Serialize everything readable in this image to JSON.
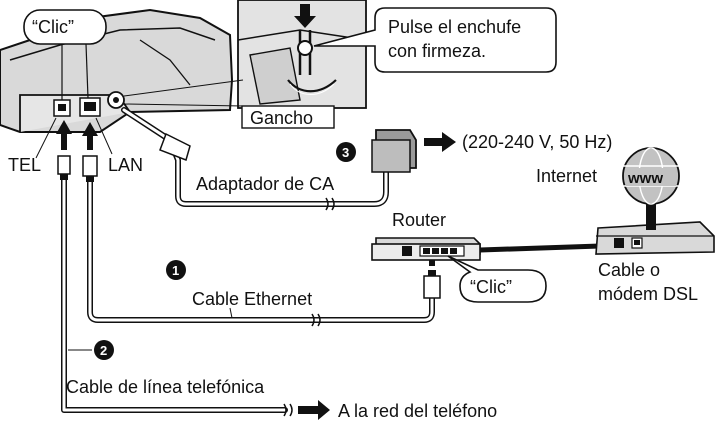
{
  "callouts": {
    "clic_top": "“Clic”",
    "clic_router": "“Clic”",
    "plug_firmly": [
      "Pulse el enchufe",
      "con firmeza."
    ]
  },
  "labels": {
    "hook": "Gancho",
    "tel": "TEL",
    "lan": "LAN",
    "voltage": "(220-240 V, 50 Hz)",
    "ac_adapter": "Adaptador de CA",
    "internet": "Internet",
    "globe": "www",
    "router": "Router",
    "ethernet_cable": "Cable Ethernet",
    "modem": [
      "Cable o",
      "módem DSL"
    ],
    "phone_cable": "Cable de línea telefónica",
    "phone_network": "A la red del teléfono"
  },
  "steps": {
    "one": "1",
    "two": "2",
    "three": "3"
  },
  "icons": [
    "arrow-right-icon",
    "arrow-up-icon",
    "globe-icon",
    "number-badge-icon"
  ],
  "colors": {
    "ink": "#111111",
    "light_gray": "#d9d9d9",
    "mid_gray": "#9a9a9a",
    "device_gray": "#bdbdbd"
  }
}
